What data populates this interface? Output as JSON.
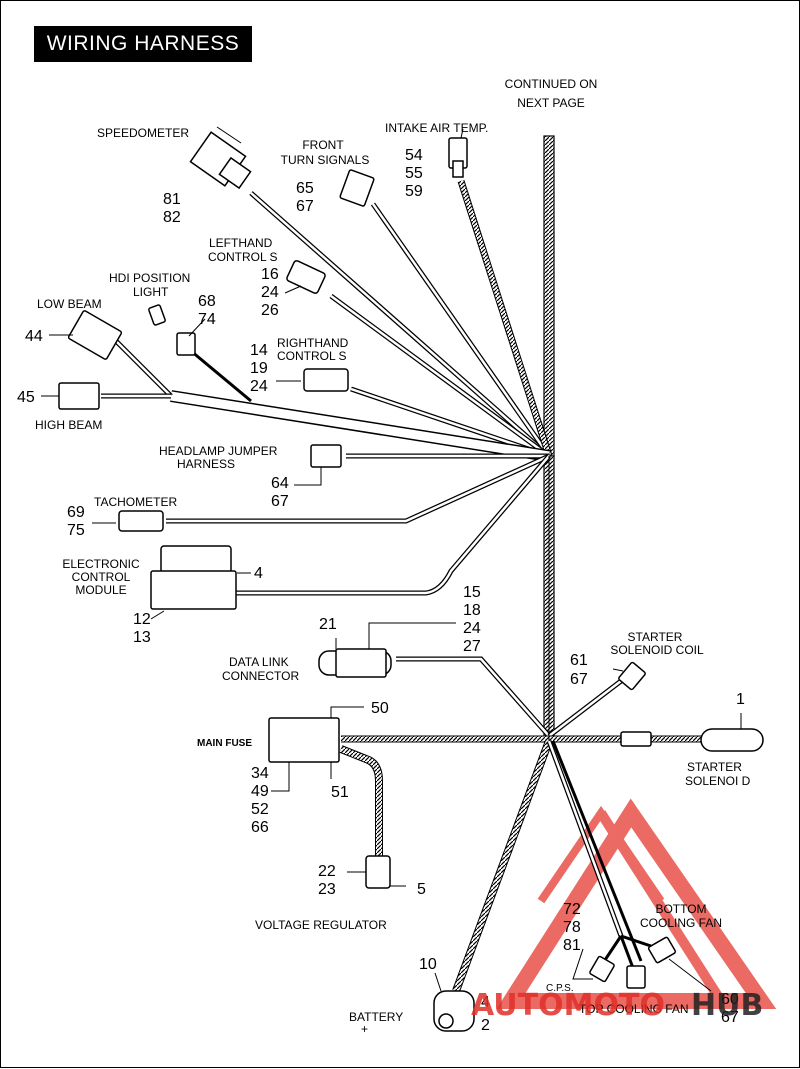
{
  "title": "WIRING HARNESS",
  "labels": {
    "continued": [
      "CONTINUED ON",
      "NEXT PAGE"
    ],
    "speedometer": "SPEEDOMETER",
    "front_turn": [
      "FRONT",
      "TURN SIGNALS"
    ],
    "intake": "INTAKE AIR TEMP.",
    "lefthand": [
      "LEFTHAND",
      "CONTROL  S"
    ],
    "hdi": [
      "HDI POSITION",
      "LIGHT"
    ],
    "low_beam": "LOW BEAM",
    "righthand": [
      "RIGHTHAND",
      "CONTROL  S"
    ],
    "high_beam": "HIGH BEAM",
    "headlamp": [
      "HEADLAMP JUMPER",
      "HARNESS"
    ],
    "tachometer": "TACHOMETER",
    "ecm": [
      "ELECTRONIC",
      "CONTROL",
      "MODULE"
    ],
    "data_link": [
      "DATA LINK",
      "CONNECTOR"
    ],
    "starter_coil": [
      "STARTER",
      "SOLENOID COIL"
    ],
    "main_fuse": "MAIN FUSE",
    "starter_solenoid": [
      "STARTER",
      "SOLENOI  D"
    ],
    "voltage_regulator": "VOLTAGE REGULATOR",
    "bottom_fan": [
      "BOTTOM",
      "COOLING FAN"
    ],
    "cps": "C.P.S.",
    "top_fan": "TOP COOLING FAN",
    "battery": [
      "BATTERY",
      "+"
    ]
  },
  "numbers": {
    "speedometer": [
      "81",
      "82"
    ],
    "front_turn": [
      "65",
      "67"
    ],
    "intake": [
      "54",
      "55",
      "59"
    ],
    "lefthand": [
      "16",
      "24",
      "26"
    ],
    "hdi": [
      "68",
      "74"
    ],
    "low_beam": "44",
    "righthand": [
      "14",
      "19",
      "24"
    ],
    "high_beam": "45",
    "headlamp": [
      "64",
      "67"
    ],
    "tachometer": [
      "69",
      "75"
    ],
    "ecm_right": "4",
    "ecm_below": [
      "12",
      "13"
    ],
    "data_link_right": [
      "15",
      "18",
      "24",
      "27"
    ],
    "data_link_top": "21",
    "starter_coil": [
      "61",
      "67"
    ],
    "starter_solenoid": "1",
    "fuse_top": "50",
    "fuse_left": [
      "34",
      "49",
      "52",
      "66"
    ],
    "fuse_bottom": "51",
    "regulator_left": [
      "22",
      "23"
    ],
    "regulator_right": "5",
    "cps": [
      "72",
      "78",
      "81"
    ],
    "top_fan": [
      "60",
      "67"
    ],
    "battery_top": "10",
    "battery_4": "4",
    "battery_2": "2"
  },
  "watermark": {
    "text_red": "AUTOMOTO",
    "text_dark": "HUB",
    "color_red": "#e0302a",
    "color_dark": "#222222"
  }
}
